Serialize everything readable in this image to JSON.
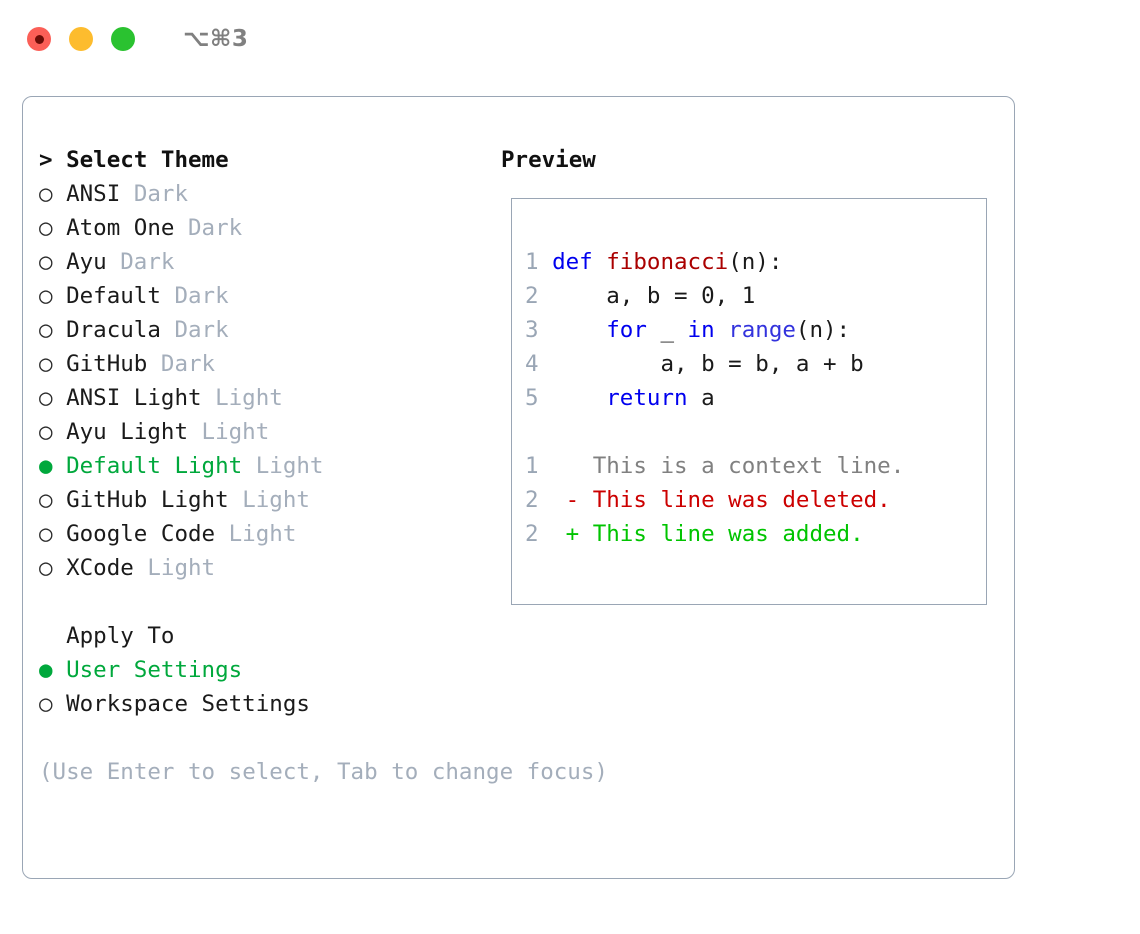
{
  "titlebar": {
    "lights": [
      {
        "name": "close",
        "color": "#fb5f57"
      },
      {
        "name": "minimize",
        "color": "#fdbc2e"
      },
      {
        "name": "maximize",
        "color": "#2ac230"
      }
    ],
    "shortcut": "⌥⌘3"
  },
  "colors": {
    "accent_green": "#00a83c",
    "muted": "#a4aebb",
    "border": "#9aa6b5",
    "text": "#1a1a1a",
    "keyword_blue": "#0000ee",
    "function_red": "#aa0000",
    "builtin_blue": "#3333dd",
    "diff_add": "#00c400",
    "diff_del": "#cc0000",
    "linenum": "#9aa6b5"
  },
  "theme_list": {
    "header_prefix": "> ",
    "header": "Select Theme",
    "marker_selected": "●",
    "marker_unselected": "○",
    "items": [
      {
        "marker": "○",
        "name": "ANSI",
        "kind": "Dark",
        "selected": false
      },
      {
        "marker": "○",
        "name": "Atom One",
        "kind": "Dark",
        "selected": false
      },
      {
        "marker": "○",
        "name": "Ayu",
        "kind": "Dark",
        "selected": false
      },
      {
        "marker": "○",
        "name": "Default",
        "kind": "Dark",
        "selected": false
      },
      {
        "marker": "○",
        "name": "Dracula",
        "kind": "Dark",
        "selected": false
      },
      {
        "marker": "○",
        "name": "GitHub",
        "kind": "Dark",
        "selected": false
      },
      {
        "marker": "○",
        "name": "ANSI Light",
        "kind": "Light",
        "selected": false
      },
      {
        "marker": "○",
        "name": "Ayu Light",
        "kind": "Light",
        "selected": false
      },
      {
        "marker": "●",
        "name": "Default Light",
        "kind": "Light",
        "selected": true
      },
      {
        "marker": "○",
        "name": "GitHub Light",
        "kind": "Light",
        "selected": false
      },
      {
        "marker": "○",
        "name": "Google Code",
        "kind": "Light",
        "selected": false
      },
      {
        "marker": "○",
        "name": "XCode",
        "kind": "Light",
        "selected": false
      }
    ]
  },
  "apply_to": {
    "title": "Apply To",
    "items": [
      {
        "marker": "●",
        "name": "User Settings",
        "selected": true
      },
      {
        "marker": "○",
        "name": "Workspace Settings",
        "selected": false
      }
    ]
  },
  "hint": "(Use Enter to select, Tab to change focus)",
  "preview": {
    "label": "Preview",
    "code_lines": [
      {
        "num": "1",
        "tokens": [
          {
            "t": "def ",
            "c": "kw"
          },
          {
            "t": "fibonacci",
            "c": "fn"
          },
          {
            "t": "(n):",
            "c": "plain"
          }
        ]
      },
      {
        "num": "2",
        "tokens": [
          {
            "t": "    a, b = 0, 1",
            "c": "plain"
          }
        ]
      },
      {
        "num": "3",
        "tokens": [
          {
            "t": "    ",
            "c": "plain"
          },
          {
            "t": "for",
            "c": "kw"
          },
          {
            "t": " _ ",
            "c": "plain"
          },
          {
            "t": "in",
            "c": "kw"
          },
          {
            "t": " ",
            "c": "plain"
          },
          {
            "t": "range",
            "c": "bi"
          },
          {
            "t": "(n):",
            "c": "plain"
          }
        ]
      },
      {
        "num": "4",
        "tokens": [
          {
            "t": "        a, b = b, a + b",
            "c": "plain"
          }
        ]
      },
      {
        "num": "5",
        "tokens": [
          {
            "t": "    ",
            "c": "plain"
          },
          {
            "t": "return",
            "c": "kw"
          },
          {
            "t": " a",
            "c": "plain"
          }
        ]
      }
    ],
    "diff_lines": [
      {
        "num": "1",
        "sign": " ",
        "text": "This is a context line.",
        "c": "ctx"
      },
      {
        "num": "2",
        "sign": "-",
        "text": "This line was deleted.",
        "c": "del"
      },
      {
        "num": "2",
        "sign": "+",
        "text": "This line was added.",
        "c": "add"
      }
    ]
  }
}
